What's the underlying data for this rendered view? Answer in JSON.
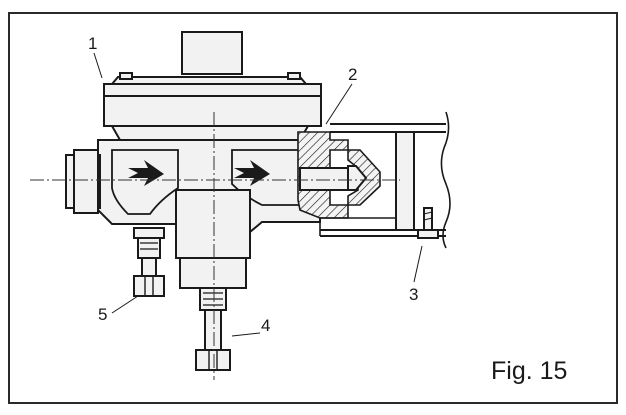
{
  "figure": {
    "caption": "Fig. 15",
    "callouts": [
      {
        "id": "1",
        "text": "1"
      },
      {
        "id": "2",
        "text": "2"
      },
      {
        "id": "3",
        "text": "3"
      },
      {
        "id": "4",
        "text": "4"
      },
      {
        "id": "5",
        "text": "5"
      }
    ]
  }
}
